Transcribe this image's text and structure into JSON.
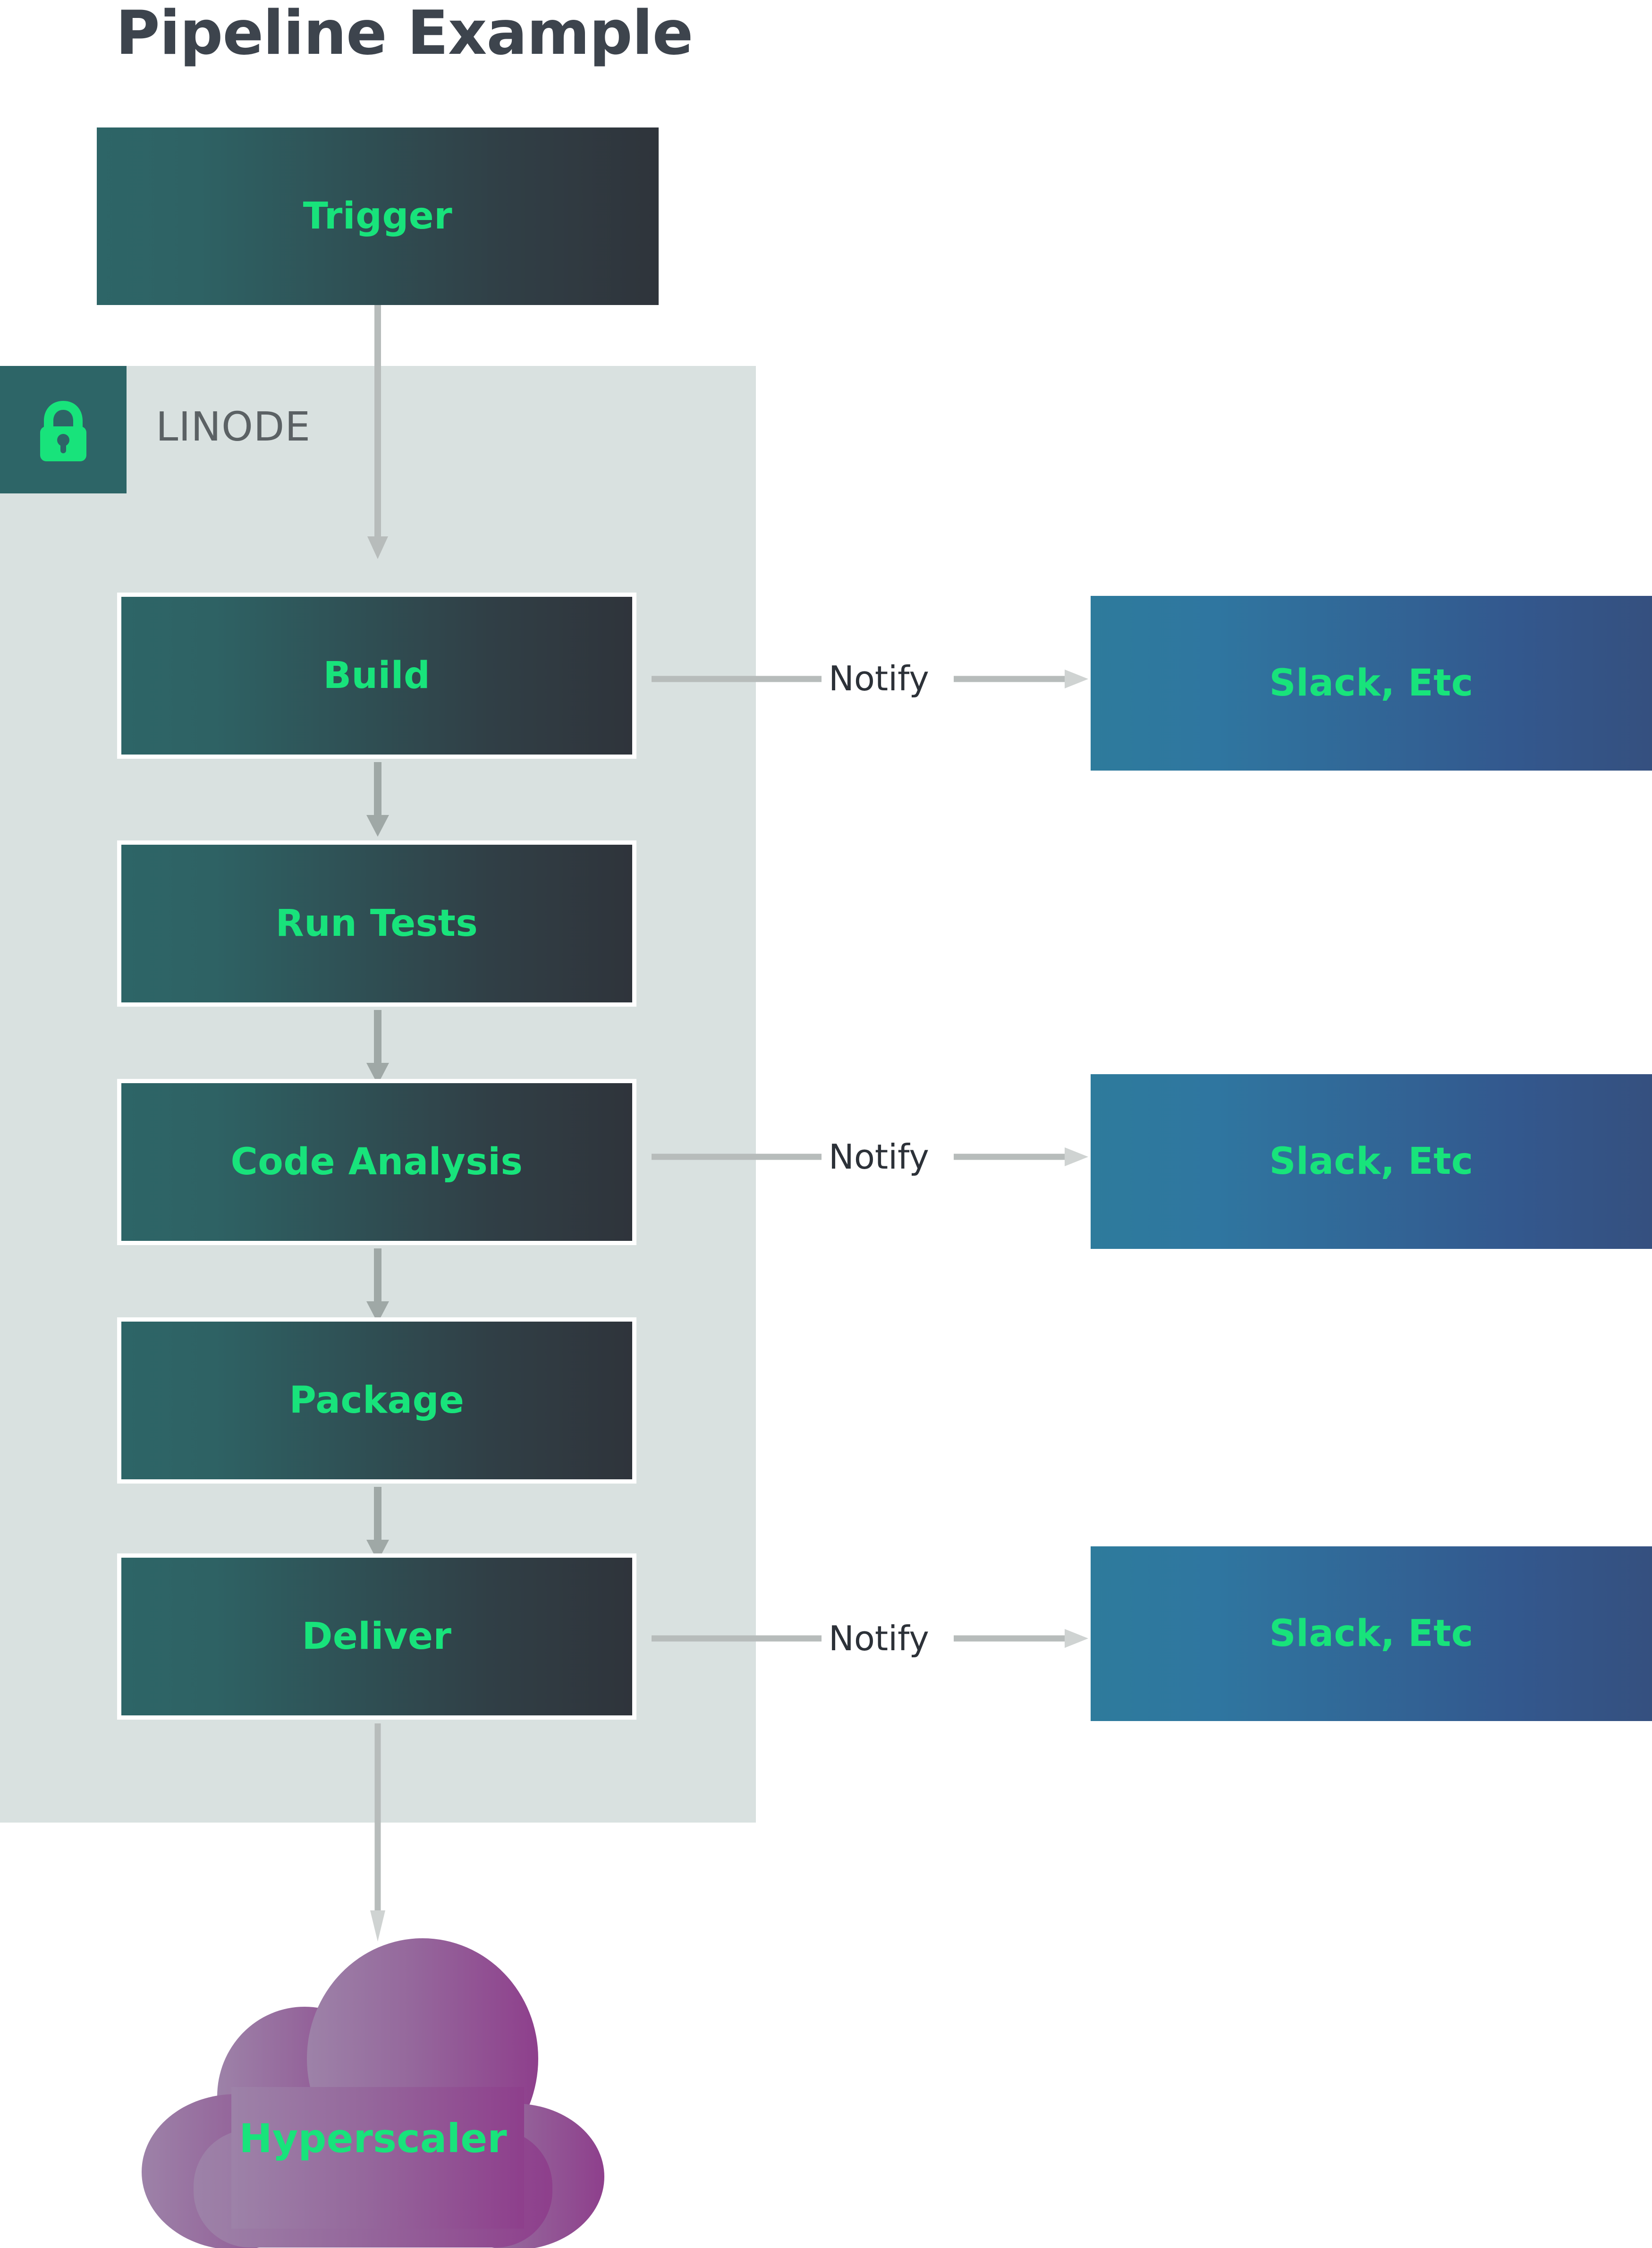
{
  "title": "Pipeline Example",
  "container": {
    "label": "LINODE",
    "badge_icon": "lock-icon",
    "background_color": "#d9e1e0",
    "badge_color": "#2d6567"
  },
  "colors": {
    "accent_green": "#18e37b",
    "stage_gradient_start": "#2d6567",
    "stage_gradient_end": "#2f343b",
    "notify_gradient_start": "#2e7b9c",
    "notify_gradient_end": "#35507f",
    "cloud_gradient_start": "#9a7aa3",
    "cloud_gradient_end": "#8e3f8c",
    "arrow_color": "#b7bcbb",
    "title_color": "#3d444d",
    "label_color": "#5b6164"
  },
  "trigger": {
    "label": "Trigger"
  },
  "stages": [
    {
      "label": "Build"
    },
    {
      "label": "Run Tests"
    },
    {
      "label": "Code Analysis"
    },
    {
      "label": "Package"
    },
    {
      "label": "Deliver"
    }
  ],
  "notifications": [
    {
      "edge_label": "Notify",
      "target_label": "Slack, Etc"
    },
    {
      "edge_label": "Notify",
      "target_label": "Slack, Etc"
    },
    {
      "edge_label": "Notify",
      "target_label": "Slack, Etc"
    }
  ],
  "cloud": {
    "label": "Hyperscaler"
  },
  "chart_data": {
    "type": "diagram",
    "title": "Pipeline Example",
    "nodes": [
      {
        "id": "trigger",
        "label": "Trigger",
        "group": "external"
      },
      {
        "id": "build",
        "label": "Build",
        "group": "LINODE"
      },
      {
        "id": "run-tests",
        "label": "Run Tests",
        "group": "LINODE"
      },
      {
        "id": "code-analysis",
        "label": "Code Analysis",
        "group": "LINODE"
      },
      {
        "id": "package",
        "label": "Package",
        "group": "LINODE"
      },
      {
        "id": "deliver",
        "label": "Deliver",
        "group": "LINODE"
      },
      {
        "id": "slack-1",
        "label": "Slack, Etc",
        "group": "external"
      },
      {
        "id": "slack-2",
        "label": "Slack, Etc",
        "group": "external"
      },
      {
        "id": "slack-3",
        "label": "Slack, Etc",
        "group": "external"
      },
      {
        "id": "hyperscaler",
        "label": "Hyperscaler",
        "group": "external"
      }
    ],
    "edges": [
      {
        "from": "trigger",
        "to": "build",
        "label": ""
      },
      {
        "from": "build",
        "to": "run-tests",
        "label": ""
      },
      {
        "from": "run-tests",
        "to": "code-analysis",
        "label": ""
      },
      {
        "from": "code-analysis",
        "to": "package",
        "label": ""
      },
      {
        "from": "package",
        "to": "deliver",
        "label": ""
      },
      {
        "from": "build",
        "to": "slack-1",
        "label": "Notify"
      },
      {
        "from": "code-analysis",
        "to": "slack-2",
        "label": "Notify"
      },
      {
        "from": "deliver",
        "to": "slack-3",
        "label": "Notify"
      },
      {
        "from": "deliver",
        "to": "hyperscaler",
        "label": ""
      }
    ]
  }
}
